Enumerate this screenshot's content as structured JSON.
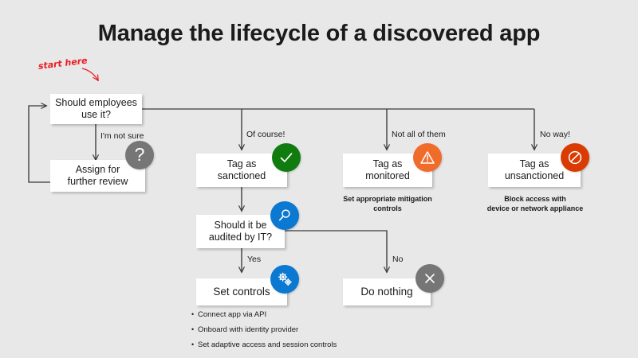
{
  "page": {
    "title": "Manage the lifecycle of a discovered app",
    "background_color": "#e8e8e8",
    "annotation": {
      "text": "start here",
      "color": "#ec1c24"
    }
  },
  "colors": {
    "node_fill": "#ffffff",
    "text": "#1b1b1b",
    "connector": "#3a3a3a",
    "gray_badge": "#767676",
    "green_badge": "#107c10",
    "orange_badge": "#ef6c2a",
    "red_badge": "#d93b03",
    "blue_badge": "#0b78d1"
  },
  "nodes": [
    {
      "id": "should-employees-use-it",
      "label": "Should employees\nuse it?"
    },
    {
      "id": "assign-for-further-review",
      "label": "Assign for\nfurther review"
    },
    {
      "id": "tag-as-sanctioned",
      "label": "Tag as\nsanctioned"
    },
    {
      "id": "tag-as-monitored",
      "label": "Tag as\nmonitored"
    },
    {
      "id": "tag-as-unsanctioned",
      "label": "Tag as\nunsanctioned"
    },
    {
      "id": "should-it-be-audited-by-it",
      "label": "Should it be\naudited by IT?"
    },
    {
      "id": "set-controls",
      "label": "Set controls"
    },
    {
      "id": "do-nothing",
      "label": "Do nothing"
    }
  ],
  "edge_labels": {
    "im_not_sure": "I'm not sure",
    "of_course": "Of course!",
    "not_all_of_them": "Not all of them",
    "no_way": "No way!",
    "yes": "Yes",
    "no": "No"
  },
  "captions": {
    "monitored": "Set appropriate mitigation\ncontrols",
    "unsanctioned": "Block access with\ndevice or network appliance"
  },
  "bullets": [
    "Connect app via API",
    "Onboard with identity provider",
    "Set adaptive access and session controls"
  ],
  "badges": [
    {
      "id": "question-badge",
      "icon": "question-icon",
      "color": "#767676"
    },
    {
      "id": "check-badge",
      "icon": "check-icon",
      "color": "#107c10"
    },
    {
      "id": "warning-badge",
      "icon": "warning-triangle-icon",
      "color": "#ef6c2a"
    },
    {
      "id": "block-badge",
      "icon": "prohibition-icon",
      "color": "#d93b03"
    },
    {
      "id": "audit-badge",
      "icon": "magnifier-icon",
      "color": "#0b78d1"
    },
    {
      "id": "controls-badge",
      "icon": "gears-icon",
      "color": "#0b78d1"
    },
    {
      "id": "close-badge",
      "icon": "close-x-icon",
      "color": "#767676"
    }
  ]
}
